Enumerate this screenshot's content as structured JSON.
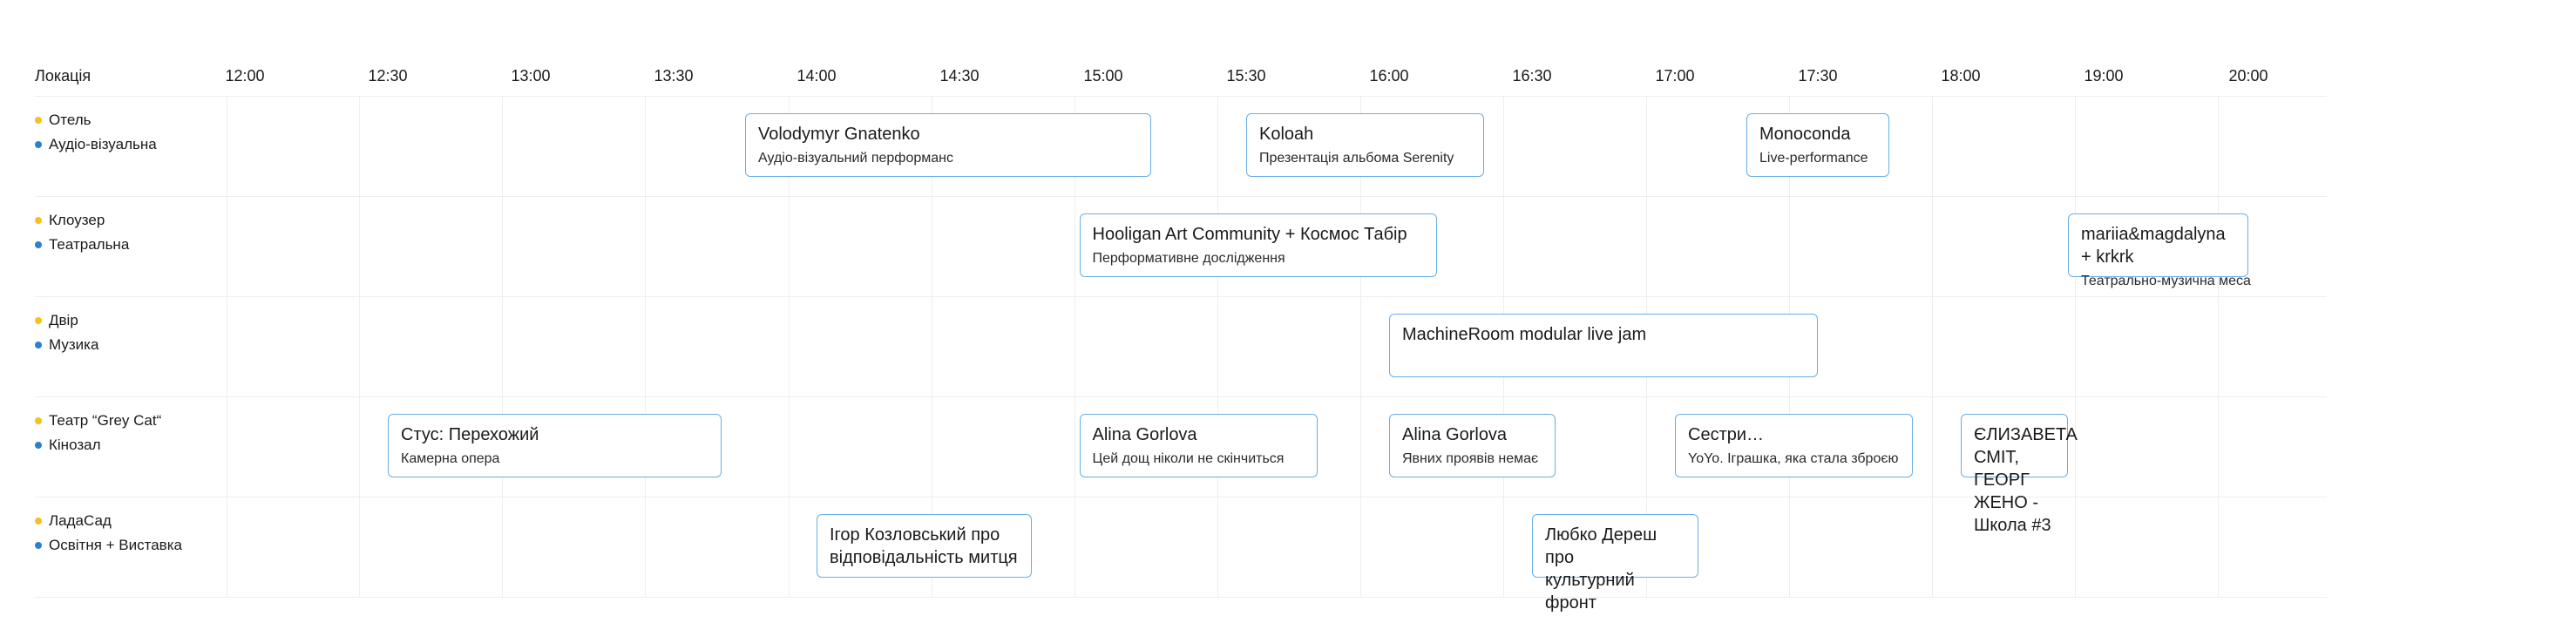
{
  "colors": {
    "place_dot": "#f5c020",
    "type_dot": "#2b7fd4",
    "event_border": "#6aaee6",
    "grid": "#eeeeee"
  },
  "header": {
    "location_label": "Локація"
  },
  "times": [
    "12:00",
    "12:30",
    "13:00",
    "13:30",
    "14:00",
    "14:30",
    "15:00",
    "15:30",
    "16:00",
    "16:30",
    "17:00",
    "17:30",
    "18:00",
    "19:00",
    "20:00"
  ],
  "venues": [
    {
      "place": "Отель",
      "type": "Аудіо-візуальна"
    },
    {
      "place": "Клоузер",
      "type": "Театральна"
    },
    {
      "place": "Двір",
      "type": "Музика"
    },
    {
      "place": "Театр “Grey Cat“",
      "type": "Кінозал"
    },
    {
      "place": "ЛадаСад",
      "type": "Освітня + Виставка"
    }
  ],
  "events": [
    {
      "venue": 0,
      "start": "13:45",
      "end": "15:10",
      "title": "Volodymyr Gnatenko",
      "subtitle": "Аудіо-візуальний перформанс"
    },
    {
      "venue": 0,
      "start": "15:30",
      "end": "16:20",
      "title": "Koloah",
      "subtitle": "Презентація альбома Serenity"
    },
    {
      "venue": 0,
      "start": "17:15",
      "end": "17:45",
      "title": "Monoconda",
      "subtitle": "Live-performance"
    },
    {
      "venue": 1,
      "start": "14:55",
      "end": "16:10",
      "title": "Hooligan Art Community + Космос Табір",
      "subtitle": "Перформативне дослідження"
    },
    {
      "venue": 1,
      "start": "18:45",
      "end": "20:05",
      "title": "mariia&magdalyna + krkrk",
      "subtitle": "Театрально-музична меса"
    },
    {
      "venue": 2,
      "start": "16:00",
      "end": "17:30",
      "title": "MachineRoom modular live jam",
      "subtitle": ""
    },
    {
      "venue": 3,
      "start": "12:30",
      "end": "13:40",
      "title": "Стус: Перехожий",
      "subtitle": "Камерна опера"
    },
    {
      "venue": 3,
      "start": "14:55",
      "end": "15:45",
      "title": "Alina Gorlova",
      "subtitle": "Цей дощ ніколи не скінчиться"
    },
    {
      "venue": 3,
      "start": "16:00",
      "end": "16:35",
      "title": "Alina Gorlova",
      "subtitle": "Явних проявів немає"
    },
    {
      "venue": 3,
      "start": "17:00",
      "end": "17:50",
      "title": "Сестри…",
      "subtitle": "YoYo. Іграшка, яка стала зброєю"
    },
    {
      "venue": 3,
      "start": "18:00",
      "end": "18:45",
      "title": "ЄЛИЗАВЕТА СМІТ,\nГЕОРГ ЖЕНО - Школа #3",
      "subtitle": ""
    },
    {
      "venue": 4,
      "start": "14:00",
      "end": "14:45",
      "title": "Ігор Козловський про\nвідповідальність митця",
      "subtitle": ""
    },
    {
      "venue": 4,
      "start": "16:30",
      "end": "17:05",
      "title": "Любко Дереш про\nкультурний фронт",
      "subtitle": ""
    }
  ]
}
